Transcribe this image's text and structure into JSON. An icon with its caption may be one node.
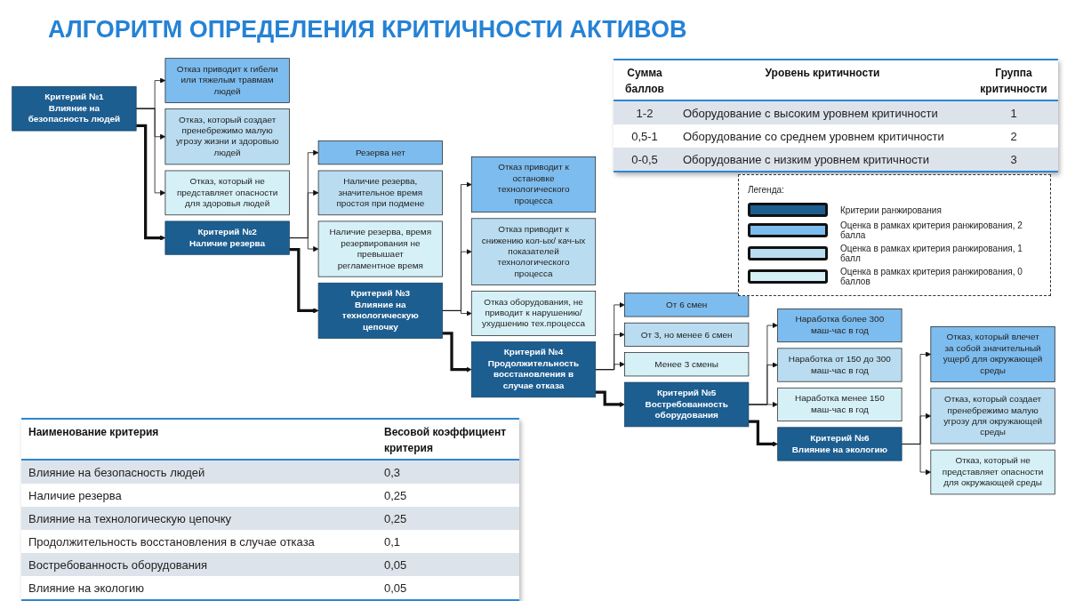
{
  "diagram": {
    "title": "АЛГОРИТМ ОПРЕДЕЛЕНИЯ КРИТИЧНОСТИ АКТИВОВ",
    "nodes": [
      {
        "text": [
          "Критерий №1",
          "Влияние на безопасность людей"
        ]
      },
      {
        "text": [
          "Отказ приводит к гибели или тяжелым травмам людей"
        ]
      },
      {
        "text": [
          "Отказ, который создает пренебрежимо малую угрозу жизни и здоровью людей"
        ]
      },
      {
        "text": [
          "Отказ, который не представляет опасности для здоровья людей"
        ]
      },
      {
        "text": [
          "Критерий №2",
          "Наличие резерва"
        ]
      },
      {
        "text": [
          "Резерва нет"
        ]
      },
      {
        "text": [
          "Наличие резерва, значительное время простоя при подмене"
        ]
      },
      {
        "text": [
          "Наличие резерва, время резервирования не превышает регламентное время"
        ]
      },
      {
        "text": [
          "Критерий №3",
          "Влияние на технологическую цепочку"
        ]
      },
      {
        "text": [
          "Отказ приводит к остановке технологического процесса"
        ]
      },
      {
        "text": [
          "Отказ приводит к снижению кол-ых/ кач-ых показателей технологического процесса"
        ]
      },
      {
        "text": [
          "Отказ оборудования, не приводит к нарушению/ухудшению тех.процесса"
        ]
      },
      {
        "text": [
          "Критерий №4",
          "Продолжительность восстановления в случае отказа"
        ]
      },
      {
        "text": [
          "От 6 смен"
        ]
      },
      {
        "text": [
          "От 3, но менее 6 смен"
        ]
      },
      {
        "text": [
          "Менее 3 смены"
        ]
      },
      {
        "text": [
          "Критерий №5",
          "Востребованность оборудования"
        ]
      },
      {
        "text": [
          "Наработка более 300 маш-час в год"
        ]
      },
      {
        "text": [
          "Наработка от 150 до 300 маш-час в год"
        ]
      },
      {
        "text": [
          "Наработка менее 150 маш-час в год"
        ]
      },
      {
        "text": [
          "Критерий №6",
          "Влияние на экологию"
        ]
      },
      {
        "text": [
          "Отказ, который влечет за собой значительный ущерб для окружающей среды"
        ]
      },
      {
        "text": [
          "Отказ, который создает пренебрежимо малую угрозу для окружающей среды"
        ]
      },
      {
        "text": [
          "Отказ, который не представляет опасности для окружающей среды"
        ]
      }
    ],
    "edges": [
      {
        "from": 0,
        "to": 1,
        "arrow": "to"
      },
      {
        "from": 0,
        "to": 2,
        "arrow": "to"
      },
      {
        "from": 0,
        "to": 3,
        "arrow": "to"
      },
      {
        "from": 0,
        "to": 4,
        "arrow": "to",
        "style": "thick"
      },
      {
        "from": 4,
        "to": 5,
        "arrow": "to"
      },
      {
        "from": 4,
        "to": 6,
        "arrow": "to"
      },
      {
        "from": 4,
        "to": 7,
        "arrow": "to"
      },
      {
        "from": 4,
        "to": 8,
        "arrow": "to",
        "style": "thick"
      },
      {
        "from": 8,
        "to": 9,
        "arrow": "to"
      },
      {
        "from": 8,
        "to": 10,
        "arrow": "to"
      },
      {
        "from": 8,
        "to": 11,
        "arrow": "to"
      },
      {
        "from": 8,
        "to": 12,
        "arrow": "to",
        "style": "thick"
      },
      {
        "from": 12,
        "to": 13,
        "arrow": "to"
      },
      {
        "from": 12,
        "to": 14,
        "arrow": "to"
      },
      {
        "from": 12,
        "to": 15,
        "arrow": "to"
      },
      {
        "from": 12,
        "to": 16,
        "arrow": "to",
        "style": "thick"
      },
      {
        "from": 16,
        "to": 17,
        "arrow": "to"
      },
      {
        "from": 16,
        "to": 18,
        "arrow": "to"
      },
      {
        "from": 16,
        "to": 19,
        "arrow": "to"
      },
      {
        "from": 16,
        "to": 20,
        "arrow": "to",
        "style": "thick"
      },
      {
        "from": 20,
        "to": 21,
        "arrow": "to"
      },
      {
        "from": 20,
        "to": 22,
        "arrow": "to"
      },
      {
        "from": 20,
        "to": 23,
        "arrow": "to"
      }
    ],
    "labels": [
      "Сумма баллов",
      "Уровень критичности",
      "Группа критичности",
      "1-2",
      "Оборудование с высоким уровнем критичности",
      "1",
      "0,5-1",
      "Оборудование со среднем уровнем критичности",
      "2",
      "0-0,5",
      "Оборудование с низким уровнем критичности",
      "3",
      "Наименование критерия",
      "Весовой коэффициент критерия",
      "Влияние на безопасность людей",
      "0,3",
      "Наличие резерва",
      "0,25",
      "Влияние на технологическую цепочку",
      "0,25",
      "Продолжительность восстановления в случае отказа",
      "0,1",
      "Востребованность оборудования",
      "0,05",
      "Влияние на экологию",
      "0,05",
      "Легенда:"
    ],
    "legend": [
      {
        "text": "Критерии ранжирования",
        "color": "#1d5e91"
      },
      {
        "text": "Оценка в рамках критерия ранжирования, 2 балла",
        "color": "#7dbcee"
      },
      {
        "text": "Оценка в рамках критерия ранжирования, 1 балл",
        "color": "#b9dcf0"
      },
      {
        "text": "Оценка в рамках критерия ранжирования, 0 баллов",
        "color": "#d5f0f6"
      }
    ]
  }
}
